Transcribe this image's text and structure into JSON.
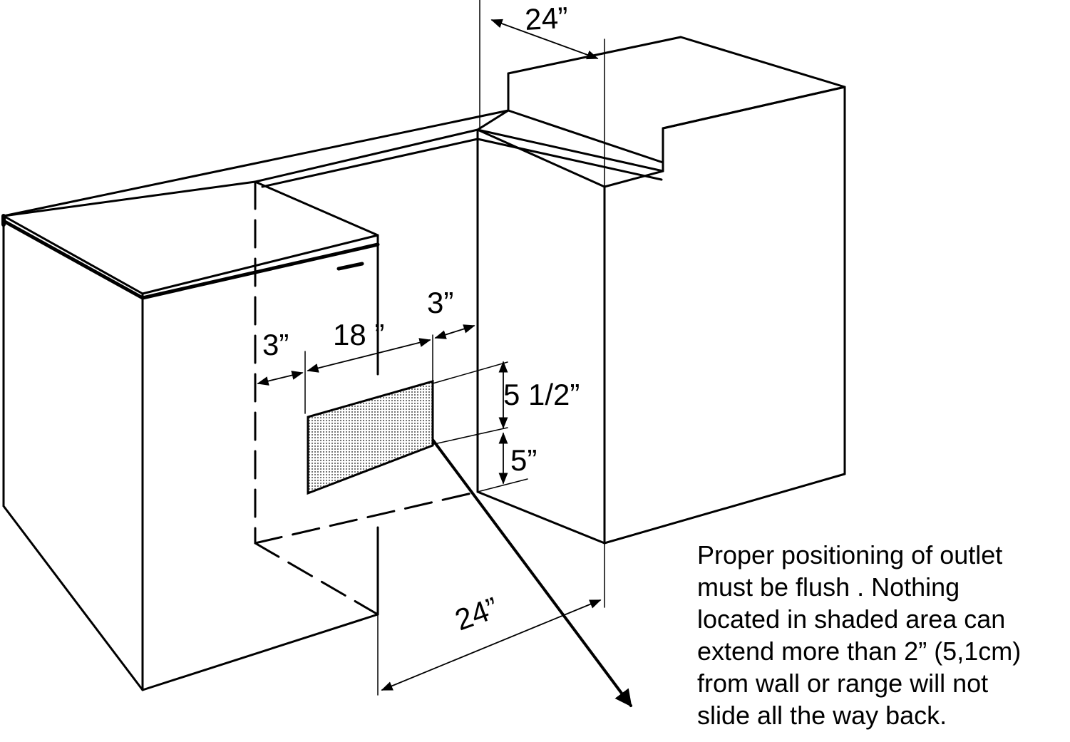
{
  "dimensions": {
    "top_depth": "24”",
    "left_clearance": "3”",
    "zone_width": "18 ”",
    "right_clearance": "3”",
    "upper_height": "5 1/2”",
    "lower_height": "5”",
    "bottom_depth": "24”"
  },
  "caption": {
    "lines": [
      "Proper positioning of outlet",
      "must be flush . Nothing",
      "located in shaded area can",
      "extend more than 2” (5,1cm)",
      "from wall or range will not",
      "slide all the way back."
    ]
  },
  "colors": {
    "line": "#000000",
    "shade": "#c8c8c8"
  }
}
